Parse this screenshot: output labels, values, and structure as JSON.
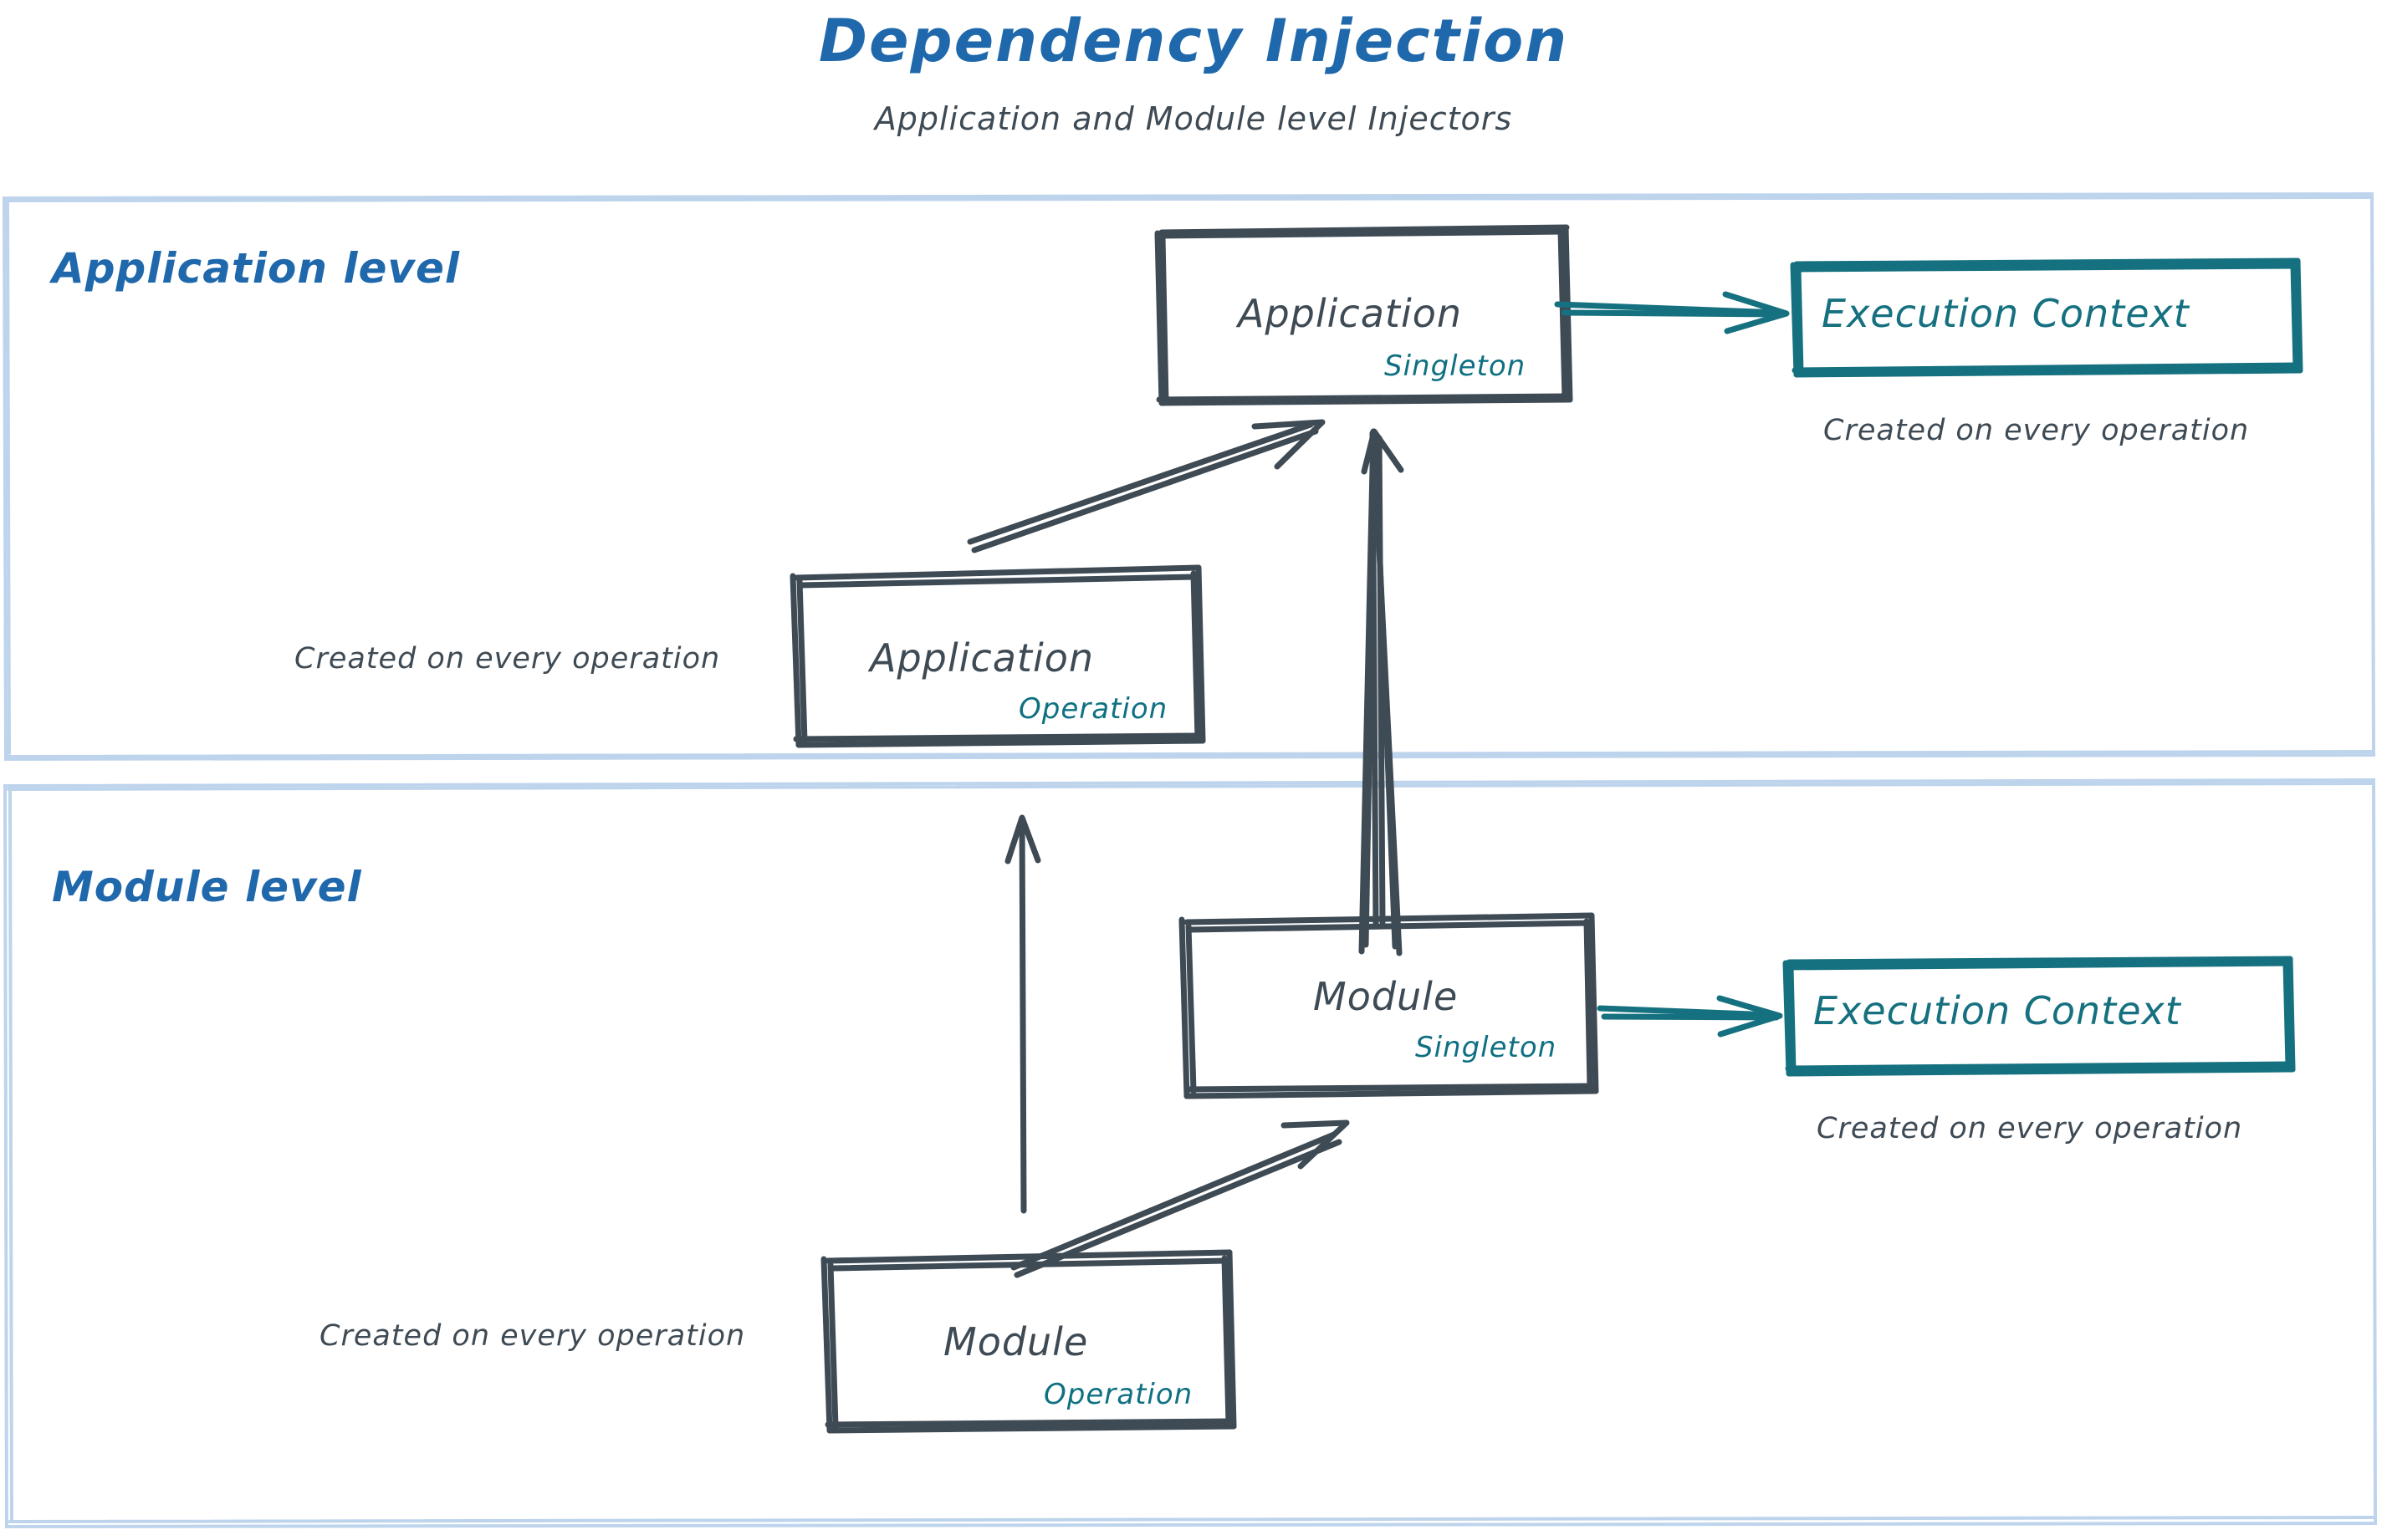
{
  "header": {
    "title": "Dependency Injection",
    "subtitle": "Application and Module level Injectors"
  },
  "colors": {
    "title_blue": "#1F68AC",
    "zone_border": "#BDD4EC",
    "sketch_gray": "#3E4A54",
    "teal": "#15707F",
    "scope_teal": "#0F7082",
    "background": "#FFFFFF"
  },
  "zones": [
    {
      "id": "application-level",
      "label": "Application level"
    },
    {
      "id": "module-level",
      "label": "Module level"
    }
  ],
  "nodes": {
    "application_singleton": {
      "title": "Application",
      "scope": "Singleton"
    },
    "application_operation": {
      "title": "Application",
      "scope": "Operation"
    },
    "module_singleton": {
      "title": "Module",
      "scope": "Singleton"
    },
    "module_operation": {
      "title": "Module",
      "scope": "Operation"
    },
    "execution_context_application": {
      "title": "Execution Context"
    },
    "execution_context_module": {
      "title": "Execution Context"
    }
  },
  "captions": {
    "app_exec_ctx": "Created on every operation",
    "app_operation": "Created on every operation",
    "module_exec_ctx": "Created on every operation",
    "module_operation": "Created on every operation"
  },
  "edges": [
    {
      "id": "app-singleton-to-exec-ctx",
      "style": "teal-arrow",
      "from": "application_singleton",
      "to": "execution_context_application"
    },
    {
      "id": "app-operation-to-app-singleton",
      "style": "gray-arrow",
      "from": "application_operation",
      "to": "application_singleton"
    },
    {
      "id": "module-singleton-to-app-singleton",
      "style": "gray-arrow",
      "from": "module_singleton",
      "to": "application_singleton"
    },
    {
      "id": "module-singleton-to-exec-ctx",
      "style": "teal-arrow",
      "from": "module_singleton",
      "to": "execution_context_module"
    },
    {
      "id": "module-operation-to-module-singleton",
      "style": "gray-arrow",
      "from": "module_operation",
      "to": "module_singleton"
    },
    {
      "id": "module-operation-to-app-operation",
      "style": "gray-arrow",
      "from": "module_operation",
      "to": "application_operation"
    }
  ]
}
